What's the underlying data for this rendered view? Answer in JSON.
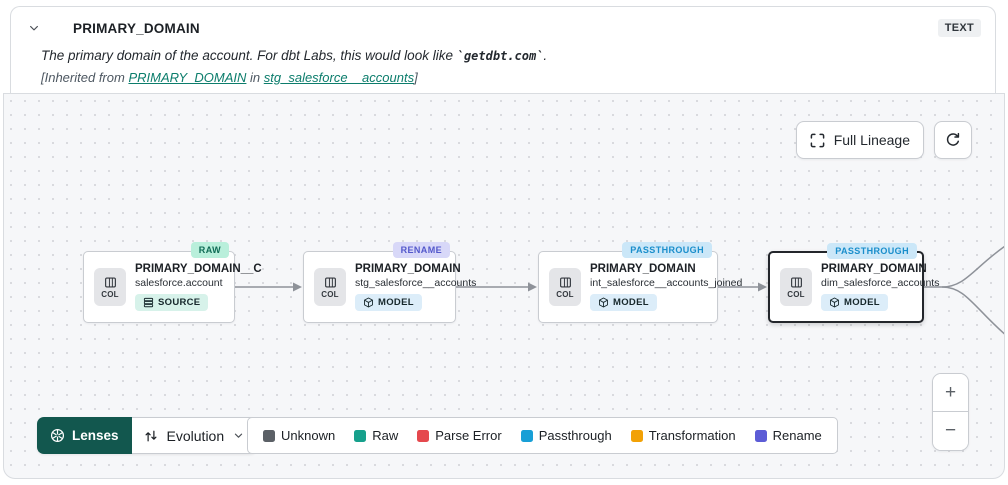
{
  "header": {
    "title": "PRIMARY_DOMAIN",
    "data_type_badge": "TEXT",
    "description": {
      "prefix": "The primary domain of the account. For dbt Labs, this would look like ",
      "code": "`getdbt.com`",
      "suffix": "."
    },
    "inherited": {
      "prefix": "[Inherited from ",
      "column_link": "PRIMARY_DOMAIN",
      "middle": " in ",
      "model_link": "stg_salesforce__accounts",
      "suffix": "]"
    }
  },
  "toolbar": {
    "full_lineage_label": "Full Lineage"
  },
  "chart_data": {
    "type": "table",
    "note": "column-level lineage graph, left to right",
    "nodes": [
      {
        "title": "PRIMARY_DOMAIN__C",
        "subtitle": "salesforce.account",
        "resource_type": "SOURCE",
        "tag": "RAW",
        "col_label": "COL",
        "tag_bg": "#b9efdb",
        "tag_color": "#0f6b55",
        "selected": false
      },
      {
        "title": "PRIMARY_DOMAIN",
        "subtitle": "stg_salesforce__accounts",
        "resource_type": "MODEL",
        "tag": "RENAME",
        "col_label": "COL",
        "tag_bg": "#d8d8f8",
        "tag_color": "#5358cb",
        "selected": false
      },
      {
        "title": "PRIMARY_DOMAIN",
        "subtitle": "int_salesforce__accounts_joined",
        "resource_type": "MODEL",
        "tag": "PASSTHROUGH",
        "col_label": "COL",
        "tag_bg": "#cbe7f8",
        "tag_color": "#1a8ecb",
        "selected": false
      },
      {
        "title": "PRIMARY_DOMAIN",
        "subtitle": "dim_salesforce_accounts",
        "resource_type": "MODEL",
        "tag": "PASSTHROUGH",
        "col_label": "COL",
        "tag_bg": "#cbe7f8",
        "tag_color": "#1a8ecb",
        "selected": true
      }
    ],
    "edges": [
      {
        "from": 0,
        "to": 1
      },
      {
        "from": 1,
        "to": 2
      },
      {
        "from": 2,
        "to": 3
      },
      {
        "from": 3,
        "to": "offscreen-upper-right"
      },
      {
        "from": 3,
        "to": "offscreen-lower-right"
      }
    ]
  },
  "lenses": {
    "label": "Lenses",
    "selected_lens": "Evolution",
    "accent": "#12574e"
  },
  "legend": {
    "items": [
      {
        "label": "Unknown",
        "color": "#5b6066"
      },
      {
        "label": "Raw",
        "color": "#16a08c"
      },
      {
        "label": "Parse Error",
        "color": "#e5484d"
      },
      {
        "label": "Passthrough",
        "color": "#189fd6"
      },
      {
        "label": "Transformation",
        "color": "#f2a105"
      },
      {
        "label": "Rename",
        "color": "#5c5cd6"
      }
    ]
  },
  "zoom_controls": {
    "zoom_in": "+",
    "zoom_out": "−"
  }
}
